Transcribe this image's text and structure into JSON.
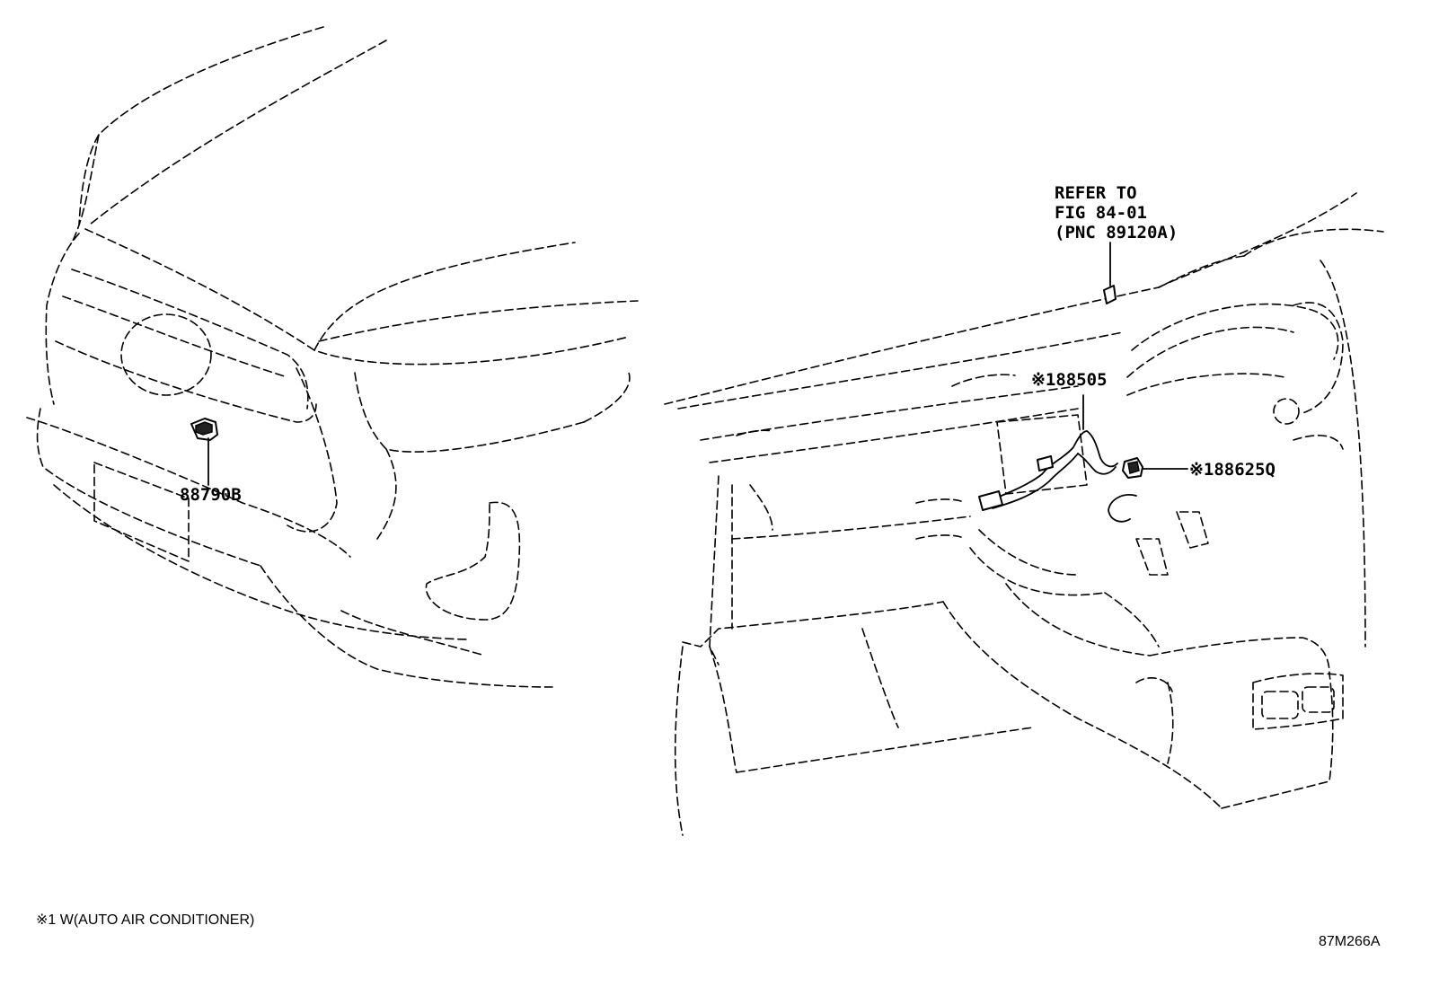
{
  "reference_note": {
    "line1": "REFER TO",
    "line2": "FIG 84-01",
    "line3": "(PNC 89120A)"
  },
  "parts": [
    {
      "id": "front_sensor",
      "label": "88790B"
    },
    {
      "id": "harness",
      "label": "※188505"
    },
    {
      "id": "interior_sensor",
      "label": "※188625Q"
    }
  ],
  "footnote": "※1 W(AUTO AIR CONDITIONER)",
  "figure_code": "87M266A"
}
